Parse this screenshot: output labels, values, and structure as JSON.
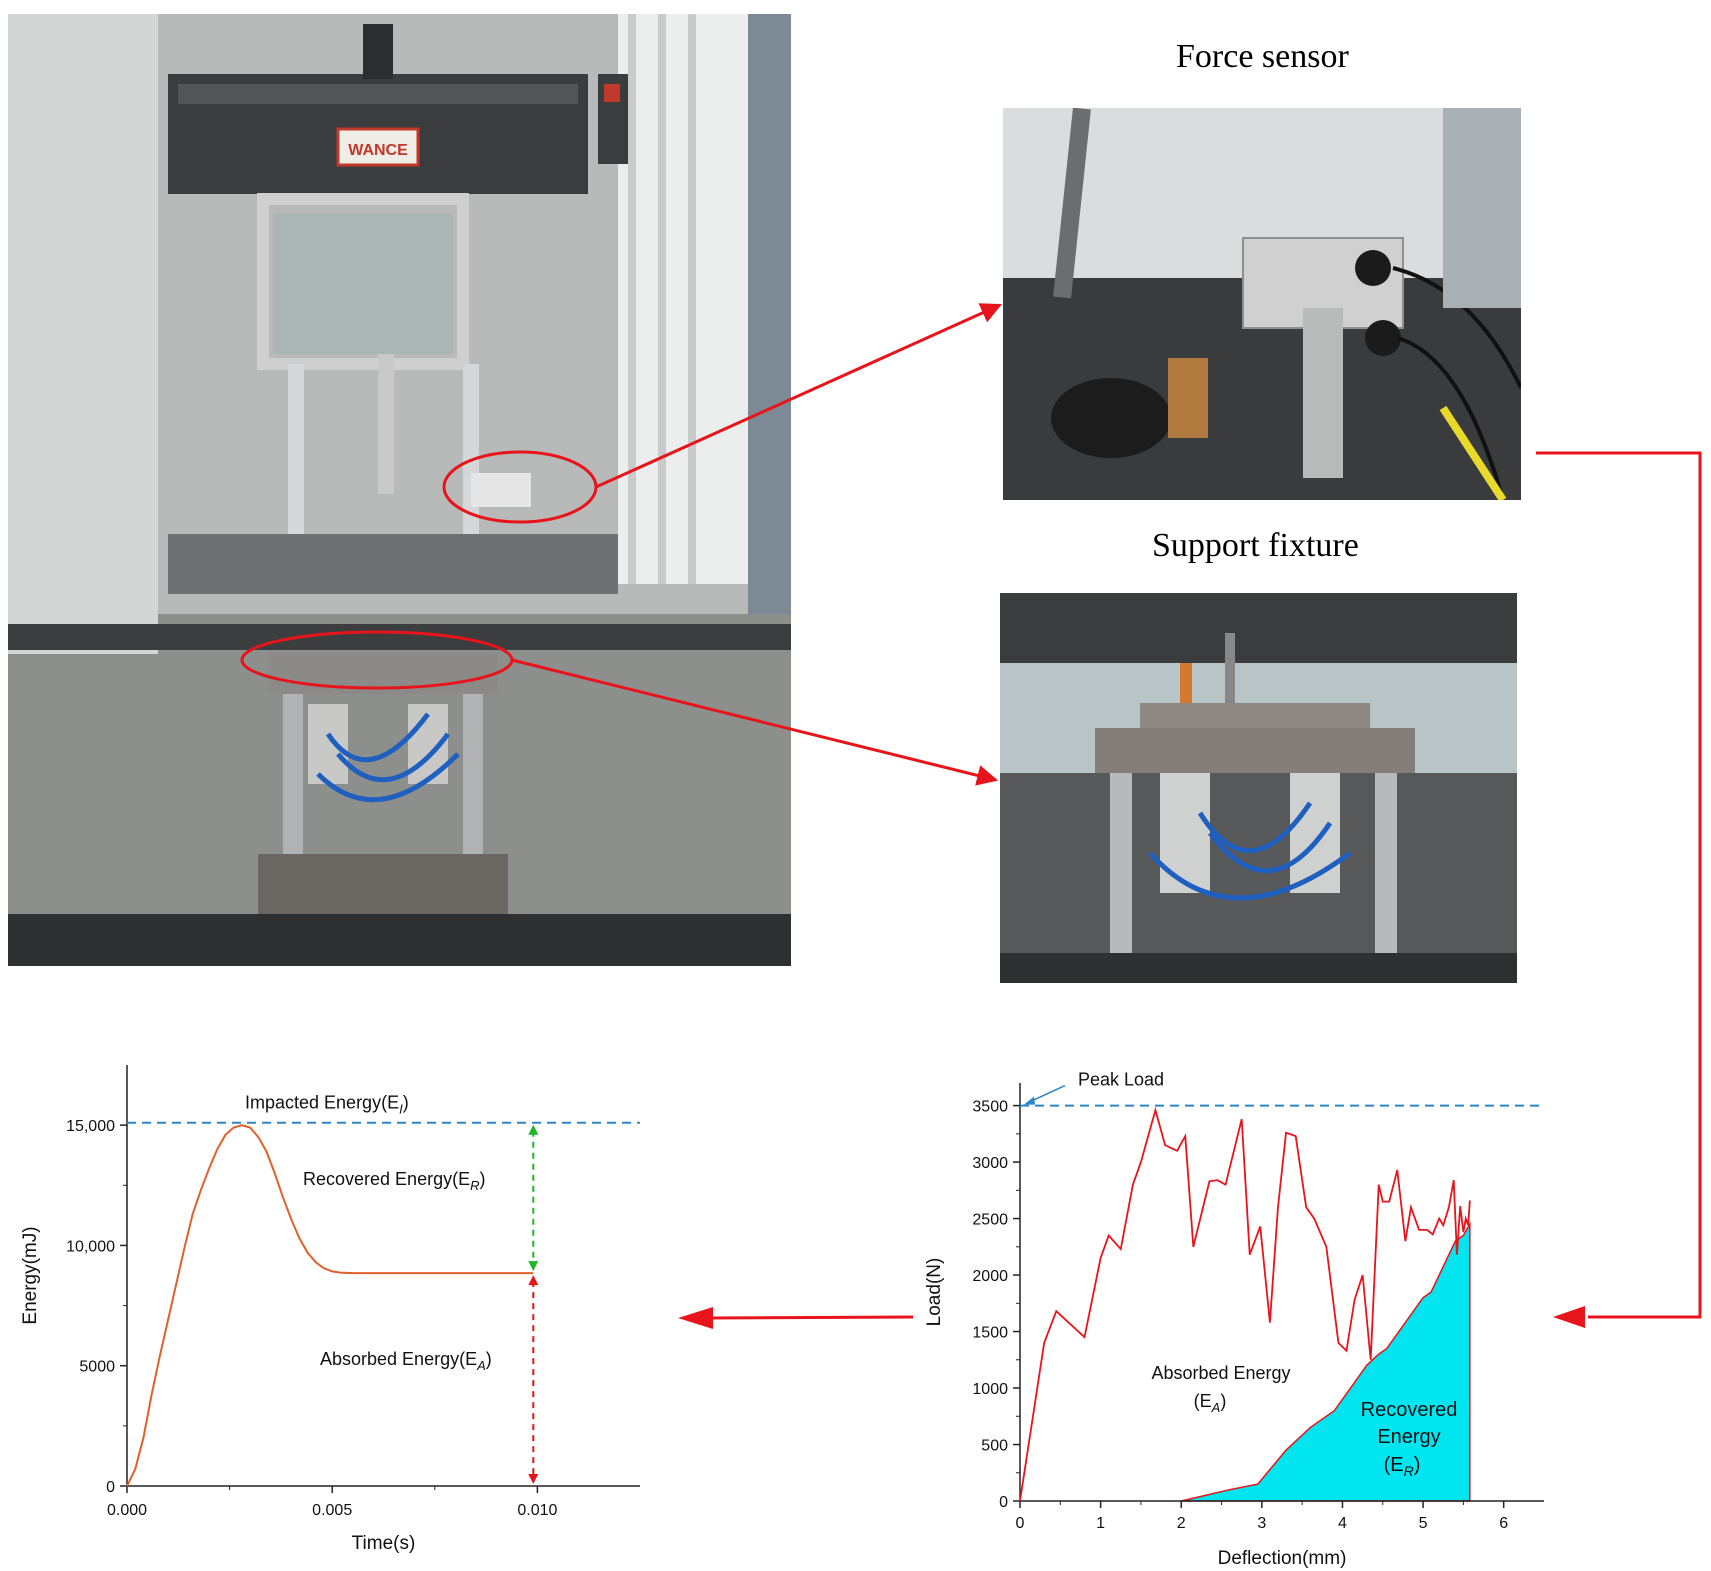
{
  "photos": {
    "main": "impact-testing-machine-photo",
    "force_sensor": "force-sensor-closeup-photo",
    "support_fixture": "support-fixture-closeup-photo",
    "brand_label": "WANCE"
  },
  "labels": {
    "force_sensor": "Force sensor",
    "support_fixture": "Support fixture"
  },
  "colors": {
    "arrow": "#e8141b",
    "curve_energy": "#e0602a",
    "curve_load": "#e8141b",
    "recovered_fill": "#00e5f0",
    "dashed_ref": "#2a86c8",
    "recovered_arrow": "#27b427",
    "absorbed_arrow": "#e8141b"
  },
  "chart_data": [
    {
      "type": "line",
      "xlabel": "Time(s)",
      "ylabel": "Energy(mJ)",
      "xlim": [
        0,
        0.0125
      ],
      "ylim": [
        0,
        17500
      ],
      "xticks": [
        0.0,
        0.005,
        0.01
      ],
      "xtick_labels": [
        "0.000",
        "0.005",
        "0.010"
      ],
      "yticks": [
        0,
        5000,
        10000,
        15000
      ],
      "ytick_labels": [
        "0",
        "5000",
        "10,000",
        "15,000"
      ],
      "series": [
        {
          "x": [
            0.0,
            0.0002,
            0.0004,
            0.0006,
            0.0008,
            0.001,
            0.0012,
            0.0014,
            0.0016,
            0.0018,
            0.002,
            0.0022,
            0.0024,
            0.0026,
            0.0028,
            0.003,
            0.0032,
            0.0034,
            0.0036,
            0.0038,
            0.004,
            0.0042,
            0.0044,
            0.0046,
            0.0048,
            0.005,
            0.0052,
            0.0055,
            0.006,
            0.007,
            0.008,
            0.009,
            0.0099
          ],
          "y": [
            0,
            700,
            2000,
            3800,
            5400,
            6900,
            8400,
            9900,
            11300,
            12300,
            13200,
            14000,
            14600,
            14900,
            15000,
            14900,
            14500,
            13900,
            13000,
            12000,
            11100,
            10300,
            9700,
            9300,
            9050,
            8920,
            8870,
            8850,
            8850,
            8850,
            8850,
            8850,
            8850
          ]
        }
      ],
      "reference_line": {
        "y": 15100,
        "label": "Impacted Energy(E",
        "sub": "I",
        "close": ")"
      },
      "annotations": [
        {
          "text": "Recovered Energy(E",
          "sub": "R",
          "close": ")"
        },
        {
          "text": "Absorbed Energy(E",
          "sub": "A",
          "close": ")"
        }
      ],
      "arrow_x": 0.0099,
      "recovered_range": [
        8850,
        15100
      ],
      "absorbed_range": [
        0,
        8850
      ]
    },
    {
      "type": "area",
      "xlabel": "Deflection(mm)",
      "ylabel": "Load(N)",
      "xlim": [
        0,
        6.5
      ],
      "ylim": [
        0,
        3700
      ],
      "xticks": [
        0,
        1,
        2,
        3,
        4,
        5,
        6
      ],
      "xtick_labels": [
        "0",
        "1",
        "2",
        "3",
        "4",
        "5",
        "6"
      ],
      "yticks": [
        0,
        500,
        1000,
        1500,
        2000,
        2500,
        3000,
        3500
      ],
      "ytick_labels": [
        "0",
        "500",
        "1000",
        "1500",
        "2000",
        "2500",
        "3000",
        "3500"
      ],
      "reference_line": {
        "y": 3500,
        "label": "Peak Load"
      },
      "series": [
        {
          "name": "Absorbed",
          "x": [
            0,
            0.3,
            0.45,
            0.8,
            1.0,
            1.1,
            1.25,
            1.4,
            1.5,
            1.68,
            1.8,
            1.95,
            2.05,
            2.15,
            2.35,
            2.45,
            2.55,
            2.75,
            2.85,
            2.98,
            3.1,
            3.2,
            3.3,
            3.42,
            3.55,
            3.65,
            3.8,
            3.95,
            4.05,
            4.15,
            4.25,
            4.35,
            4.45,
            4.5,
            4.58,
            4.68,
            4.78,
            4.85,
            4.95,
            5.05,
            5.12,
            5.2,
            5.25,
            5.32,
            5.38,
            5.42,
            5.46,
            5.5,
            5.53,
            5.56,
            5.58
          ],
          "y": [
            0,
            1400,
            1680,
            1450,
            2150,
            2350,
            2230,
            2800,
            3000,
            3460,
            3150,
            3100,
            3230,
            2250,
            2830,
            2840,
            2800,
            3380,
            2180,
            2430,
            1580,
            2600,
            3260,
            3230,
            2600,
            2500,
            2250,
            1400,
            1330,
            1780,
            2000,
            1250,
            2800,
            2650,
            2650,
            2930,
            2300,
            2600,
            2400,
            2400,
            2360,
            2500,
            2440,
            2600,
            2840,
            2180,
            2610,
            2380,
            2500,
            2440,
            2660
          ]
        },
        {
          "name": "Recovered",
          "x": [
            2.0,
            2.3,
            2.6,
            2.95,
            3.3,
            3.6,
            3.9,
            4.15,
            4.3,
            4.45,
            4.55,
            4.7,
            4.85,
            5.0,
            5.1,
            5.2,
            5.3,
            5.4,
            5.5,
            5.58
          ],
          "y": [
            0,
            50,
            100,
            150,
            450,
            650,
            800,
            1050,
            1200,
            1300,
            1350,
            1500,
            1650,
            1800,
            1850,
            2000,
            2150,
            2300,
            2350,
            2450
          ]
        }
      ],
      "annotations": [
        {
          "line1": "Absorbed Energy",
          "line2": "(E",
          "sub": "A",
          "close": ")"
        },
        {
          "line1": "Recovered",
          "line2": "Energy",
          "line3": "(E",
          "sub": "R",
          "close": ")"
        }
      ]
    }
  ]
}
